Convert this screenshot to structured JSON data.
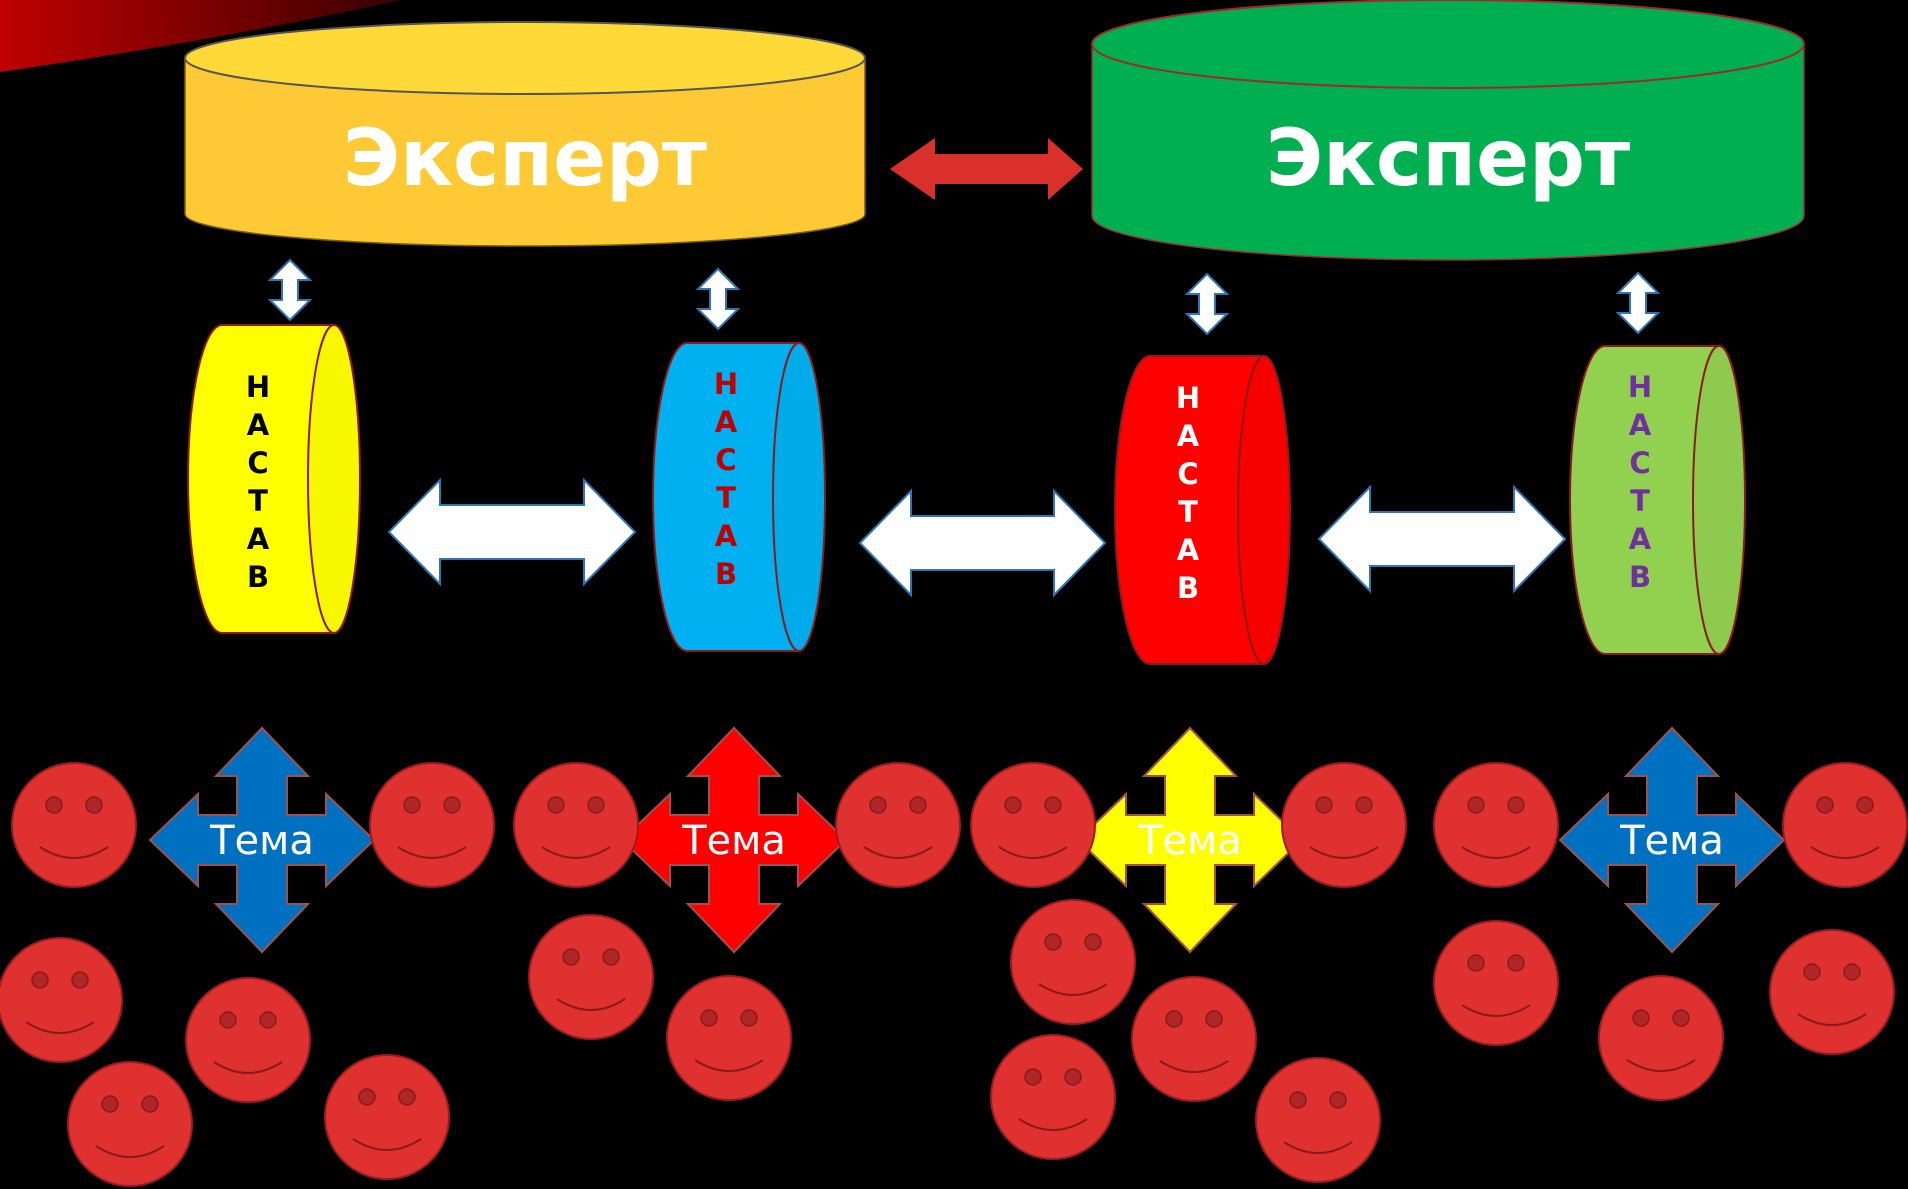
{
  "experts": [
    {
      "label": "Эксперт",
      "color": "#fdc934"
    },
    {
      "label": "Эксперт",
      "color": "#00b050"
    }
  ],
  "mentors": [
    {
      "letters": [
        "Н",
        "А",
        "С",
        "Т",
        "А",
        "В"
      ],
      "fill": "#ffff00",
      "text_color": "#000000"
    },
    {
      "letters": [
        "Н",
        "А",
        "С",
        "Т",
        "А",
        "В"
      ],
      "fill": "#00b0f0",
      "text_color": "#c00000"
    },
    {
      "letters": [
        "Н",
        "А",
        "С",
        "Т",
        "А",
        "В"
      ],
      "fill": "#ff0000",
      "text_color": "#ffffff"
    },
    {
      "letters": [
        "Н",
        "А",
        "С",
        "Т",
        "А",
        "В"
      ],
      "fill": "#92d050",
      "text_color": "#7030a0"
    }
  ],
  "topics": [
    {
      "label": "Тема",
      "color": "#0070c0"
    },
    {
      "label": "Тема",
      "color": "#ff0000"
    },
    {
      "label": "Тема",
      "color": "#ffff00"
    },
    {
      "label": "Тема",
      "color": "#0070c0"
    }
  ],
  "colors": {
    "background": "#000000",
    "expert_link_arrow": "#d9302b",
    "mentor_link_arrow": "#ffffff",
    "smiley": "#e03131",
    "corner_accent": "#c00000"
  },
  "icons": {
    "participant": "smiley-face-icon",
    "link": "double-arrow-icon",
    "topic": "four-way-arrow-icon"
  }
}
